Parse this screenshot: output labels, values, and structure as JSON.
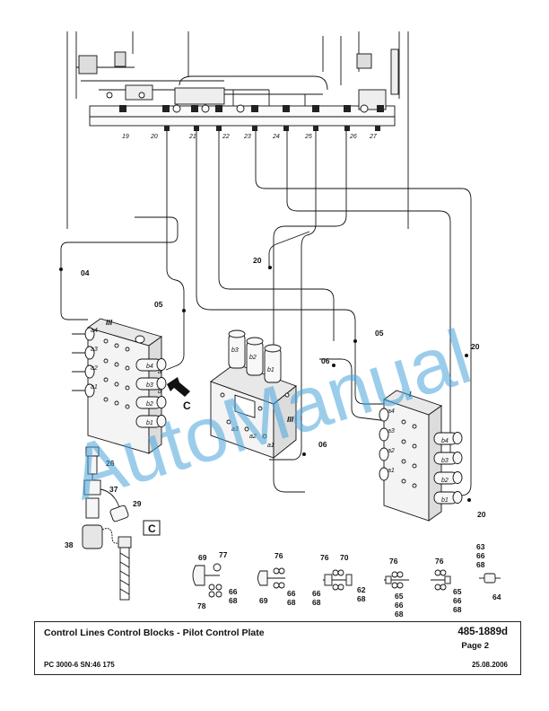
{
  "drawing": {
    "manifold_port_labels": [
      "19",
      "20",
      "21",
      "22",
      "23",
      "24",
      "25",
      "26",
      "27"
    ],
    "line_labels": {
      "line_04": "04",
      "line_05_left": "05",
      "line_05_right": "05",
      "line_06_top": "06",
      "line_06_bottom": "06",
      "line_20_top": "20",
      "line_20_right": "20",
      "line_20_bottom": "20"
    },
    "block_left": {
      "roman": "III",
      "ports_left": [
        "a4",
        "a3",
        "a2",
        "a1"
      ],
      "ports_right": [
        "b4",
        "b3",
        "b2",
        "b1"
      ],
      "ports_top_right": [
        "a",
        "b"
      ]
    },
    "block_center": {
      "roman": "III",
      "ports_top": [
        "b3",
        "b2",
        "b1"
      ],
      "ports_bottom": [
        "a3",
        "a2",
        "a1"
      ]
    },
    "block_right": {
      "roman": "I",
      "ports_left": [
        "a4",
        "a3",
        "a2",
        "a1"
      ],
      "ports_right": [
        "b4",
        "b3",
        "b2",
        "b1"
      ]
    },
    "view_arrow_label": "C",
    "detail_view_label": "C",
    "fitting_labels": [
      "26",
      "37",
      "29",
      "38"
    ],
    "bottom_part_labels": {
      "group1": [
        "69",
        "77",
        "78",
        "66",
        "68"
      ],
      "group2": [
        "76",
        "69",
        "66",
        "68"
      ],
      "group3": [
        "76",
        "70",
        "66",
        "68",
        "62",
        "68"
      ],
      "group4": [
        "76",
        "65",
        "66",
        "68"
      ],
      "group5": [
        "76",
        "65",
        "66",
        "68"
      ],
      "group6": [
        "63",
        "66",
        "68",
        "64"
      ]
    },
    "watermark": "AutoManual"
  },
  "title_block": {
    "title": "Control Lines Control Blocks - Pilot Control Plate",
    "doc_number": "485-1889d",
    "page": "Page 2",
    "model": "PC 3000-6 SN:46 175",
    "date": "25.08.2006"
  }
}
